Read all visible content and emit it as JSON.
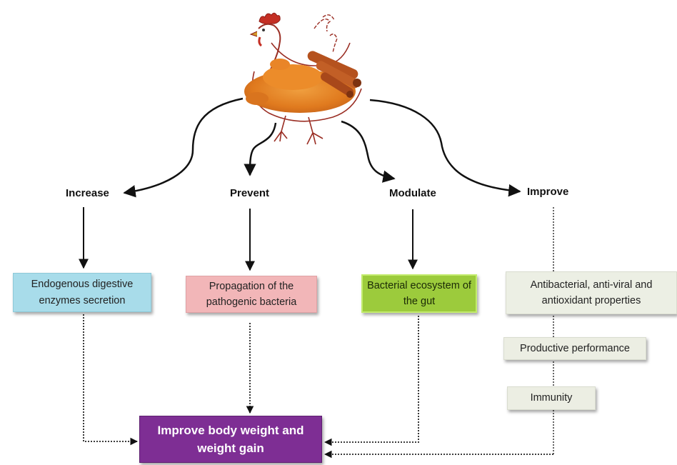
{
  "actions": {
    "increase": "Increase",
    "prevent": "Prevent",
    "modulate": "Modulate",
    "improve": "Improve"
  },
  "boxes": {
    "endogenous": "Endogenous digestive enzymes secretion",
    "propagation": "Propagation of the pathogenic bacteria",
    "bacterial": "Bacterial ecosystem of the gut",
    "antibacterial": "Antibacterial, anti-viral and antioxidant properties",
    "productive": "Productive performance",
    "immunity": "Immunity",
    "outcome": "Improve body weight and weight gain"
  },
  "colors": {
    "endogenous_fill": "#a8dcea",
    "propagation_fill": "#f2b6b8",
    "bacterial_fill": "#9ccb3c",
    "improve_fill": "#ecefe4",
    "outcome_fill": "#7e2e94",
    "arrow": "#111111",
    "spice": "#e07a1e",
    "cinnamon": "#b5521e"
  },
  "icons": [
    "chicken-illustration",
    "turmeric-powder",
    "cinnamon-sticks"
  ]
}
